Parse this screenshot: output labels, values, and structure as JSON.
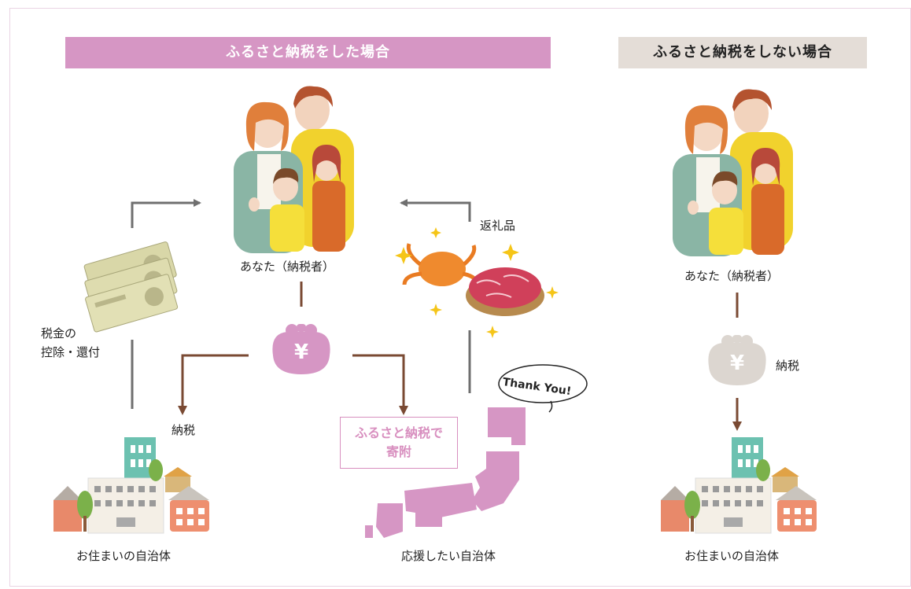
{
  "headers": {
    "with_furusato": "ふるさと納税をした場合",
    "without_furusato": "ふるさと納税をしない場合"
  },
  "left": {
    "you_label": "あなた（納税者）",
    "tax_refund_label_line1": "税金の",
    "tax_refund_label_line2": "控除・還付",
    "tax_label": "納税",
    "donation_label_line1": "ふるさと納税で",
    "donation_label_line2": "寄附",
    "return_gift_label": "返礼品",
    "thank_you": "Thank You!",
    "home_municipality_label": "お住まいの自治体",
    "support_municipality_label": "応援したい自治体"
  },
  "right": {
    "you_label": "あなた（納税者）",
    "tax_label": "納税",
    "home_municipality_label": "お住まいの自治体"
  },
  "colors": {
    "pink_accent": "#d696c4",
    "gray_header": "#e4ddd7",
    "arrow_brown": "#7a4a33",
    "arrow_gray": "#6f6f6f",
    "japan_map": "#d696c4"
  },
  "icons": {
    "family": "family-illustration",
    "purse": "yen-purse-icon",
    "money": "banknotes-icon",
    "gift": "crab-and-meat-icon",
    "town": "town-buildings-icon",
    "map": "japan-map-icon"
  }
}
